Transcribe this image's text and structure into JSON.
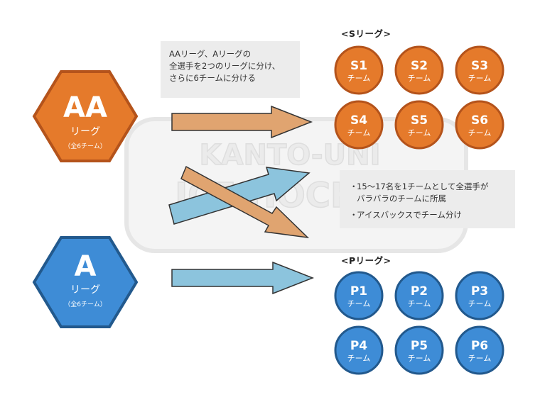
{
  "colors": {
    "orange": "#e57a2b",
    "orange_dark": "#b4531b",
    "orange_arrow": "#e0a470",
    "blue": "#3e8cd6",
    "blue_dark": "#22598d",
    "blue_arrow": "#8cc4dd",
    "arrow_outline": "#333333",
    "note_bg": "#ececec",
    "watermark": "#e8e8e8"
  },
  "watermark": {
    "line1": "KANTO-UNI",
    "line2": "ICE HOCKEY"
  },
  "aa_hex": {
    "title": "AA",
    "subtitle": "リーグ",
    "note": "（全6チーム）"
  },
  "a_hex": {
    "title": "A",
    "subtitle": "リーグ",
    "note": "（全6チーム）"
  },
  "note_top": {
    "lines": [
      "AAリーグ、Aリーグの",
      "全選手を2つのリーグに分け、",
      "さらに6チームに分ける"
    ]
  },
  "note_mid": {
    "bullet": "・",
    "item1_line1": "15〜17名を1チームとして全選手が",
    "item1_line2": "バラバラのチームに所属",
    "item2": "アイスバックスでチーム分け"
  },
  "s_league": {
    "title": "<Sリーグ>",
    "teams": [
      {
        "code": "S1",
        "label": "チーム"
      },
      {
        "code": "S2",
        "label": "チーム"
      },
      {
        "code": "S3",
        "label": "チーム"
      },
      {
        "code": "S4",
        "label": "チーム"
      },
      {
        "code": "S5",
        "label": "チーム"
      },
      {
        "code": "S6",
        "label": "チーム"
      }
    ]
  },
  "p_league": {
    "title": "<Pリーグ>",
    "teams": [
      {
        "code": "P1",
        "label": "チーム"
      },
      {
        "code": "P2",
        "label": "チーム"
      },
      {
        "code": "P3",
        "label": "チーム"
      },
      {
        "code": "P4",
        "label": "チーム"
      },
      {
        "code": "P5",
        "label": "チーム"
      },
      {
        "code": "P6",
        "label": "チーム"
      }
    ]
  }
}
